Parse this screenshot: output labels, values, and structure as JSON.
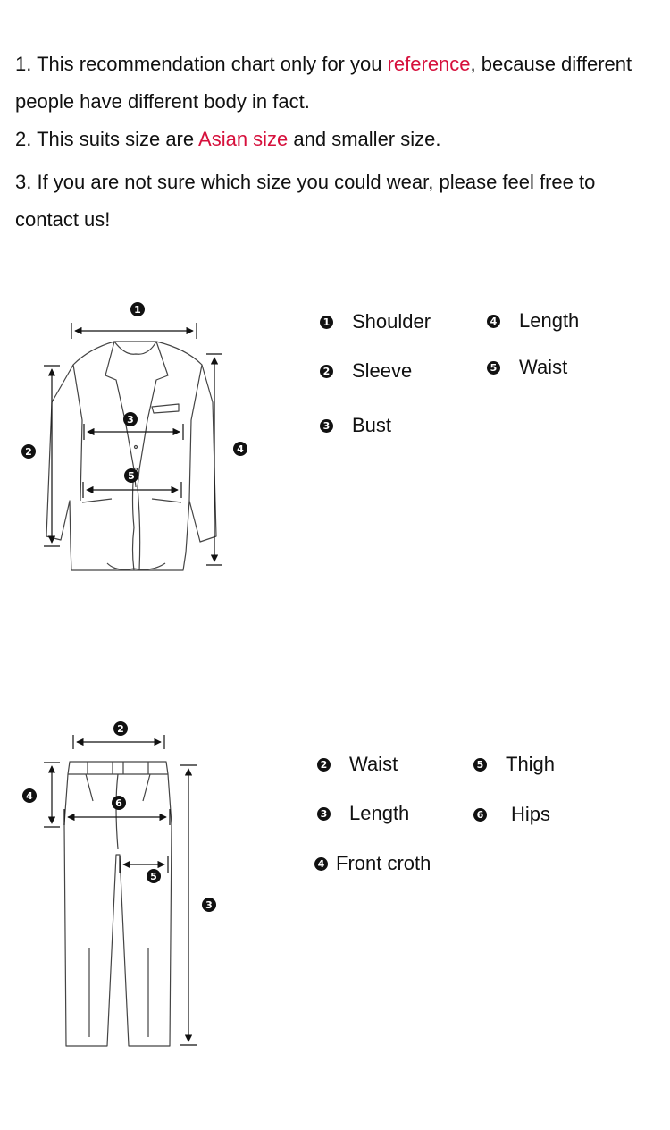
{
  "notes": {
    "note1": {
      "before": "1. This recommendation chart only for you ",
      "highlight": "reference",
      "after": ", because different people have different body in fact."
    },
    "note2": {
      "before": "2. This suits size are ",
      "highlight": "Asian size",
      "after": " and smaller size."
    },
    "note3": {
      "text": "3. If you are not sure which size you could wear, please feel free to contact us!"
    }
  },
  "colors": {
    "highlight": "#d6103c",
    "text": "#111111",
    "line": "#444444"
  },
  "jacket": {
    "markers": {
      "m1": "1",
      "m2": "2",
      "m3": "3",
      "m4": "4",
      "m5": "5"
    },
    "legend": [
      {
        "num": "1",
        "label": "Shoulder"
      },
      {
        "num": "2",
        "label": "Sleeve"
      },
      {
        "num": "3",
        "label": "Bust"
      },
      {
        "num": "4",
        "label": "Length"
      },
      {
        "num": "5",
        "label": "Waist"
      }
    ]
  },
  "pants": {
    "markers": {
      "m2": "2",
      "m3": "3",
      "m4": "4",
      "m5": "5",
      "m6": "6"
    },
    "legend": [
      {
        "num": "2",
        "label": "Waist"
      },
      {
        "num": "3",
        "label": "Length"
      },
      {
        "num": "4",
        "label": "Front croth"
      },
      {
        "num": "5",
        "label": "Thigh"
      },
      {
        "num": "6",
        "label": "Hips"
      }
    ]
  }
}
